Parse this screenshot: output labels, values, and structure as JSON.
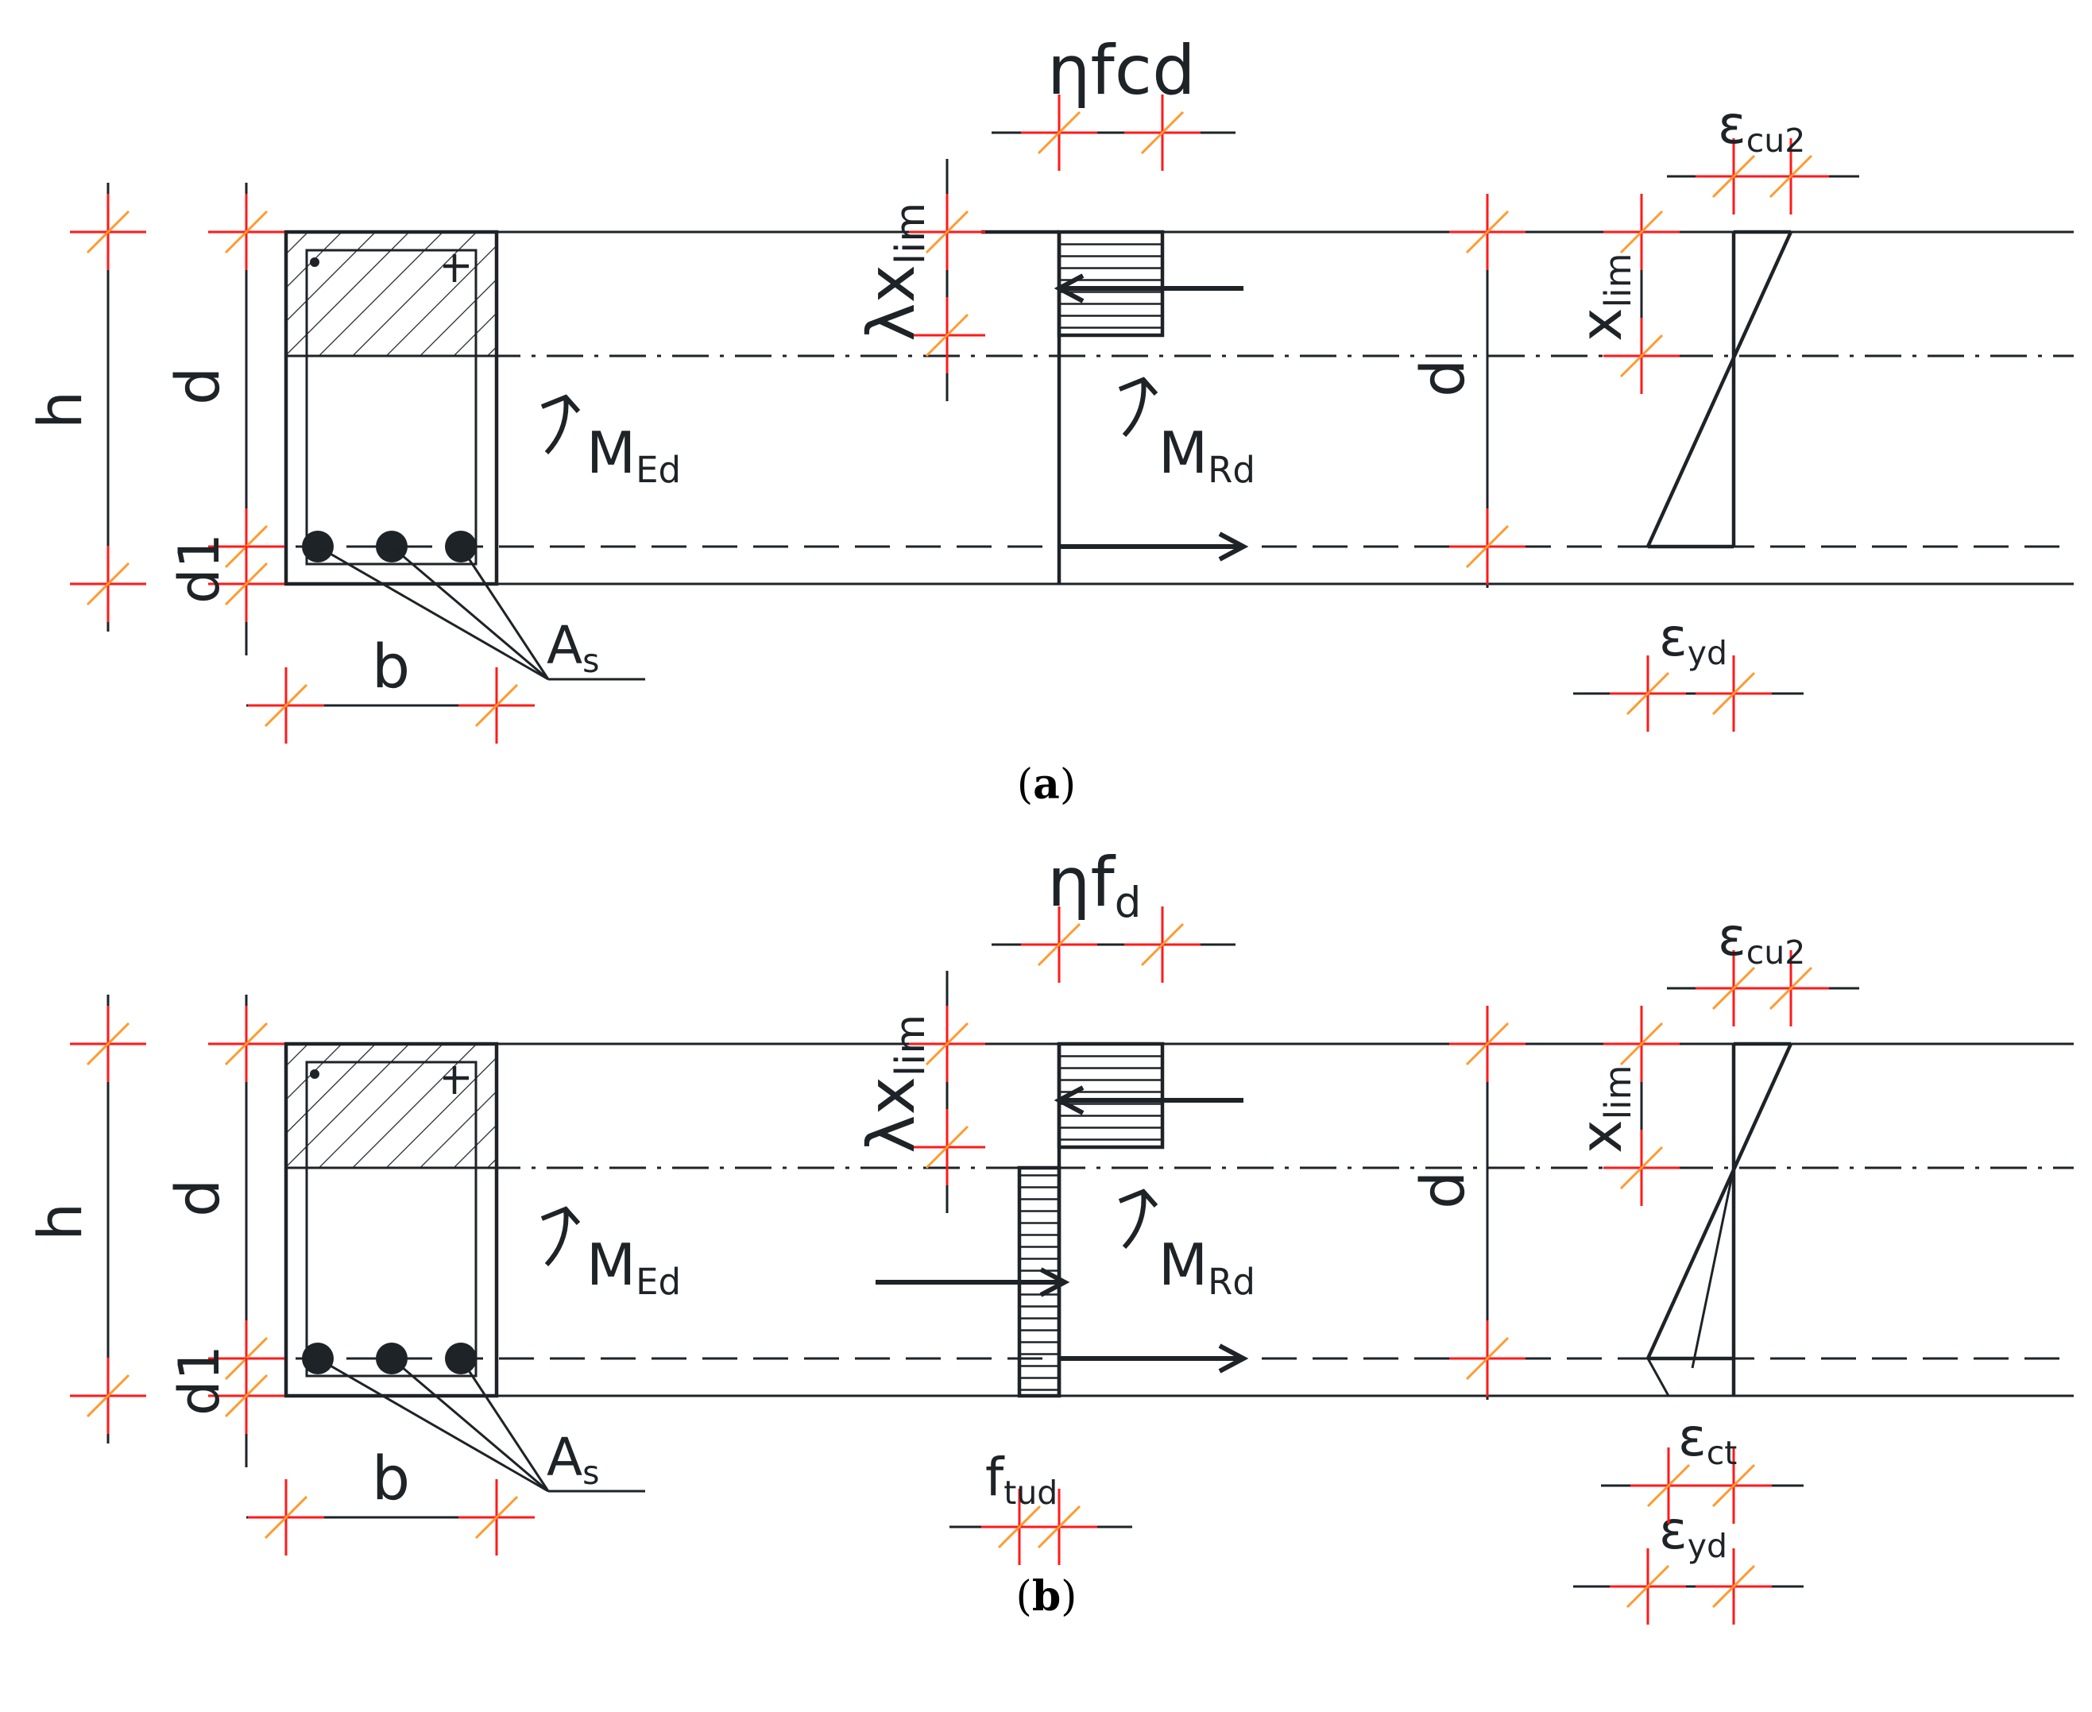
{
  "panels": [
    {
      "caption_letter": "a",
      "labels": {
        "eta_f": "ηfcd",
        "lambda_x": "λx",
        "lambda_x_sub": "lim",
        "M_Ed": "M",
        "M_Ed_sub": "Ed",
        "M_Rd": "M",
        "M_Rd_sub": "Rd",
        "h": "h",
        "d_left": "d",
        "d1": "d1",
        "b": "b",
        "As": "A",
        "As_sub": "s",
        "d_right": "d",
        "x_lim": "x",
        "x_lim_sub": "lim",
        "eps_cu2": "ε",
        "eps_cu2_sub": "cu2",
        "eps_yd": "ε",
        "eps_yd_sub": "yd"
      }
    },
    {
      "caption_letter": "b",
      "labels": {
        "eta_f": "ηf",
        "eta_f_sub": "d",
        "lambda_x": "λx",
        "lambda_x_sub": "lim",
        "M_Ed": "M",
        "M_Ed_sub": "Ed",
        "M_Rd": "M",
        "M_Rd_sub": "Rd",
        "h": "h",
        "d_left": "d",
        "d1": "d1",
        "b": "b",
        "As": "A",
        "As_sub": "s",
        "d_right": "d",
        "x_lim": "x",
        "x_lim_sub": "lim",
        "eps_cu2": "ε",
        "eps_cu2_sub": "cu2",
        "eps_ct": "ε",
        "eps_ct_sub": "ct",
        "eps_yd": "ε",
        "eps_yd_sub": "yd",
        "f_tud": "f",
        "f_tud_sub": "tud"
      }
    }
  ],
  "colors": {
    "line": "#1e2328",
    "dim_tick_red": "#ff1a1a",
    "dim_tick_orange": "#ff9a2e"
  }
}
